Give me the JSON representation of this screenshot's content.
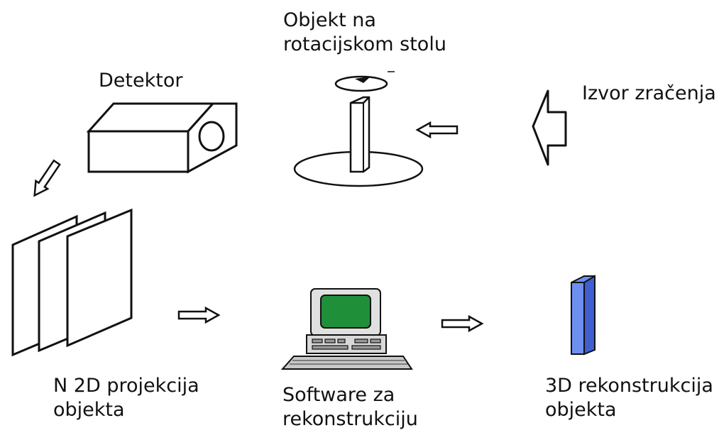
{
  "labels": {
    "object": [
      "Objekt na",
      "rotacijskom stolu"
    ],
    "detector": "Detektor",
    "source": "Izvor zračenja",
    "projections": [
      "N 2D projekcija",
      "objekta"
    ],
    "software": [
      "Software za",
      "rekonstrukciju"
    ],
    "reconstruction": [
      "3D rekonstrukcija",
      "objekta"
    ]
  },
  "colors": {
    "stroke": "#111111",
    "screen": "#1f8f3a",
    "reconstruction_fill": "#6d8ff0",
    "reconstruction_side": "#3f5fd0"
  },
  "icons": [
    "rotating-table-icon",
    "detector-box-icon",
    "radiation-source-arrow-icon",
    "projection-plates-icon",
    "computer-icon",
    "reconstructed-object-icon",
    "flow-arrow-icon"
  ]
}
